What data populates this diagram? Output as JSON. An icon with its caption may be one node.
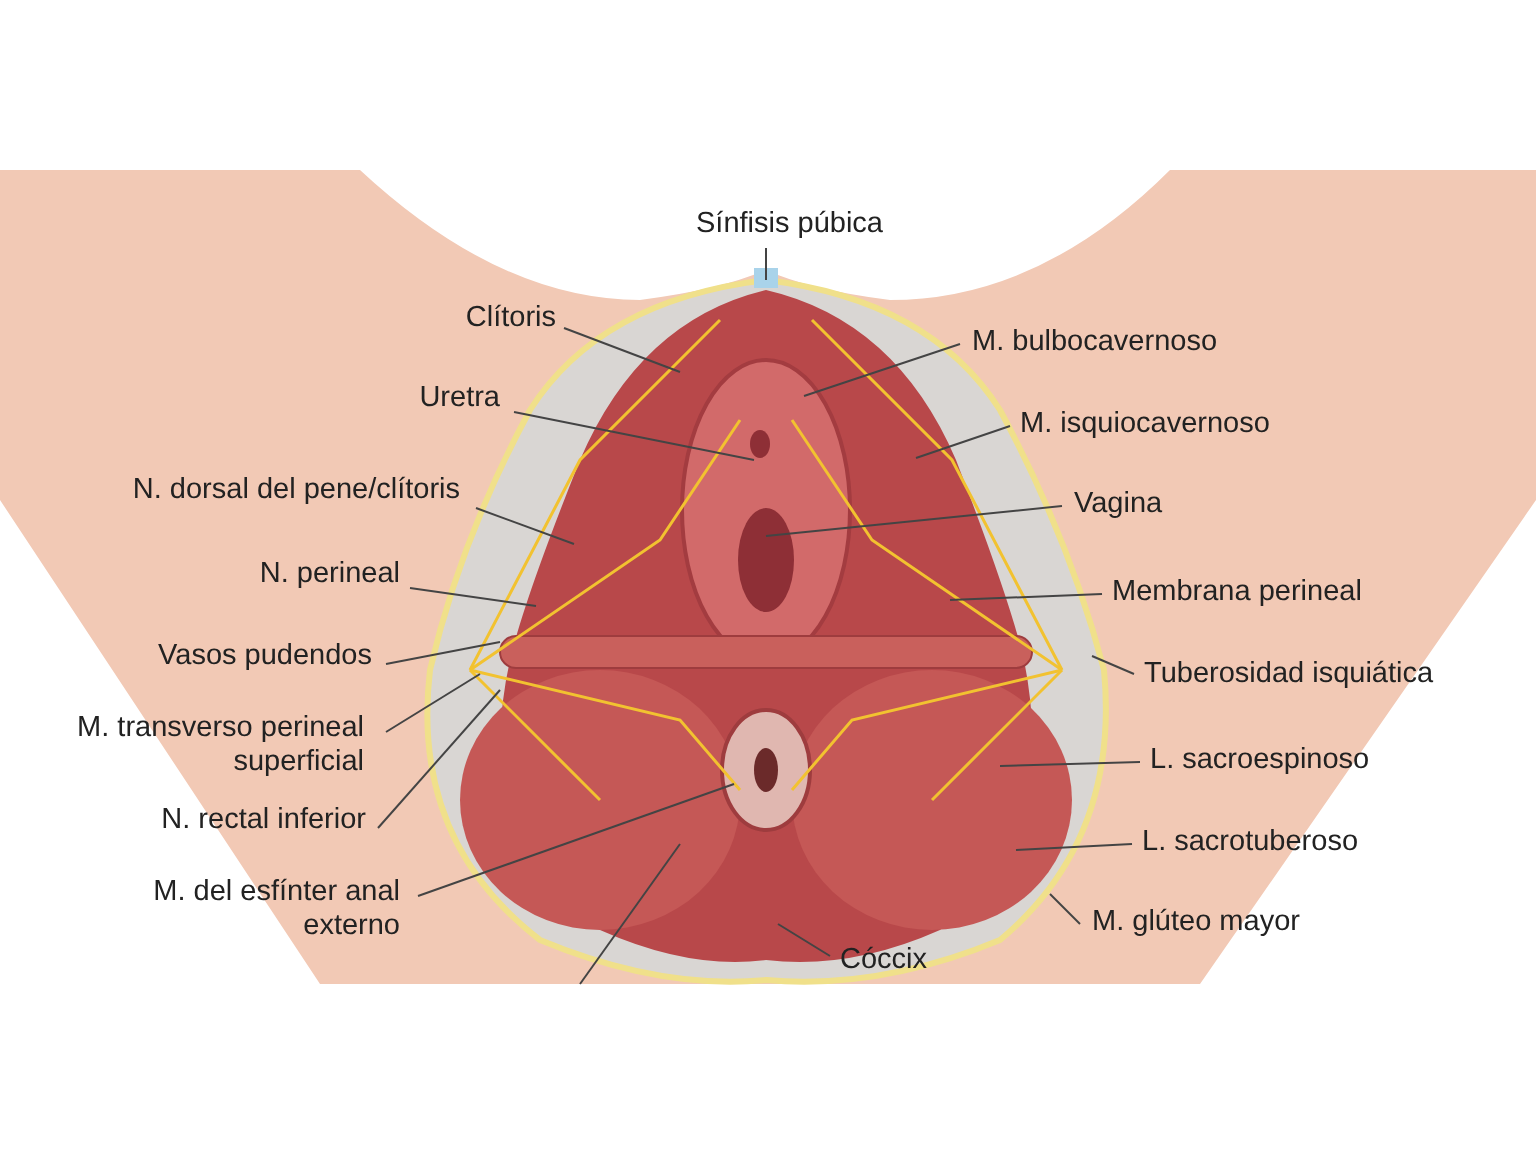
{
  "diagram": {
    "nodes": [
      {
        "text": [
          "Sínfisis púbica"
        ]
      },
      {
        "text": [
          "Clítoris"
        ]
      },
      {
        "text": [
          "Uretra"
        ]
      },
      {
        "text": [
          "N. dorsal del pene/clítoris"
        ]
      },
      {
        "text": [
          "N. perineal"
        ]
      },
      {
        "text": [
          "Vasos pudendos"
        ]
      },
      {
        "text": [
          "M. transverso perineal superficial"
        ]
      },
      {
        "text": [
          "N. rectal inferior"
        ]
      },
      {
        "text": [
          "M. del esfínter anal externo"
        ]
      },
      {
        "text": [
          "M. bulbocavernoso"
        ]
      },
      {
        "text": [
          "M. isquiocavernoso"
        ]
      },
      {
        "text": [
          "Vagina"
        ]
      },
      {
        "text": [
          "Membrana perineal"
        ]
      },
      {
        "text": [
          "Tuberosidad isquiática"
        ]
      },
      {
        "text": [
          "L. sacroespinoso"
        ]
      },
      {
        "text": [
          "L. sacrotuberoso"
        ]
      },
      {
        "text": [
          "M. glúteo mayor"
        ]
      },
      {
        "text": [
          "Cóccix"
        ]
      }
    ],
    "edges": [
      {
        "from": 0,
        "to": null,
        "arrow": "none"
      },
      {
        "from": 1,
        "to": null,
        "arrow": "none"
      },
      {
        "from": 2,
        "to": null,
        "arrow": "none"
      },
      {
        "from": 3,
        "to": null,
        "arrow": "none"
      },
      {
        "from": 4,
        "to": null,
        "arrow": "none"
      },
      {
        "from": 5,
        "to": null,
        "arrow": "none"
      },
      {
        "from": 6,
        "to": null,
        "arrow": "none"
      },
      {
        "from": 7,
        "to": null,
        "arrow": "none"
      },
      {
        "from": 8,
        "to": null,
        "arrow": "none"
      },
      {
        "from": 9,
        "to": null,
        "arrow": "none"
      },
      {
        "from": 10,
        "to": null,
        "arrow": "none"
      },
      {
        "from": 11,
        "to": null,
        "arrow": "none"
      },
      {
        "from": 12,
        "to": null,
        "arrow": "none"
      },
      {
        "from": 13,
        "to": null,
        "arrow": "none"
      },
      {
        "from": 14,
        "to": null,
        "arrow": "none"
      },
      {
        "from": 15,
        "to": null,
        "arrow": "none"
      },
      {
        "from": 16,
        "to": null,
        "arrow": "none"
      },
      {
        "from": 17,
        "to": null,
        "arrow": "none"
      }
    ]
  }
}
